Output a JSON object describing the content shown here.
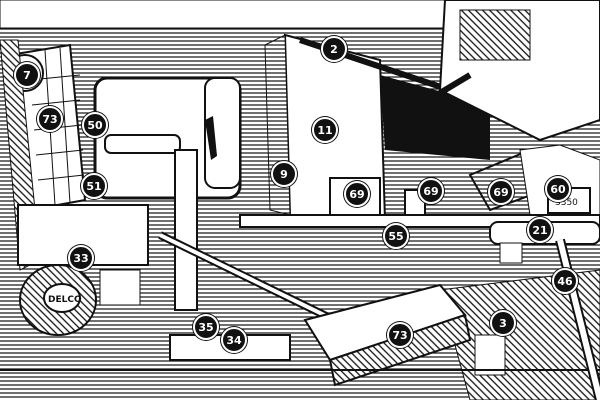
{
  "illustration": {
    "ink_color": "#111111",
    "paper_color": "#ffffff",
    "callouts": [
      {
        "id": "c2",
        "label": "2"
      },
      {
        "id": "c7",
        "label": "7"
      },
      {
        "id": "c73a",
        "label": "73"
      },
      {
        "id": "c50",
        "label": "50"
      },
      {
        "id": "c51",
        "label": "51"
      },
      {
        "id": "c11",
        "label": "11"
      },
      {
        "id": "c9",
        "label": "9"
      },
      {
        "id": "c69a",
        "label": "69"
      },
      {
        "id": "c69b",
        "label": "69"
      },
      {
        "id": "c69c",
        "label": "69"
      },
      {
        "id": "c60",
        "label": "60"
      },
      {
        "id": "c21",
        "label": "21"
      },
      {
        "id": "c55",
        "label": "55"
      },
      {
        "id": "c33",
        "label": "33"
      },
      {
        "id": "c46",
        "label": "46"
      },
      {
        "id": "c35",
        "label": "35"
      },
      {
        "id": "c34",
        "label": "34"
      },
      {
        "id": "c73b",
        "label": "73"
      },
      {
        "id": "c3",
        "label": "3"
      }
    ],
    "engraved_text": {
      "motor_brand": "DELCO",
      "box_numbers": "3350"
    }
  }
}
